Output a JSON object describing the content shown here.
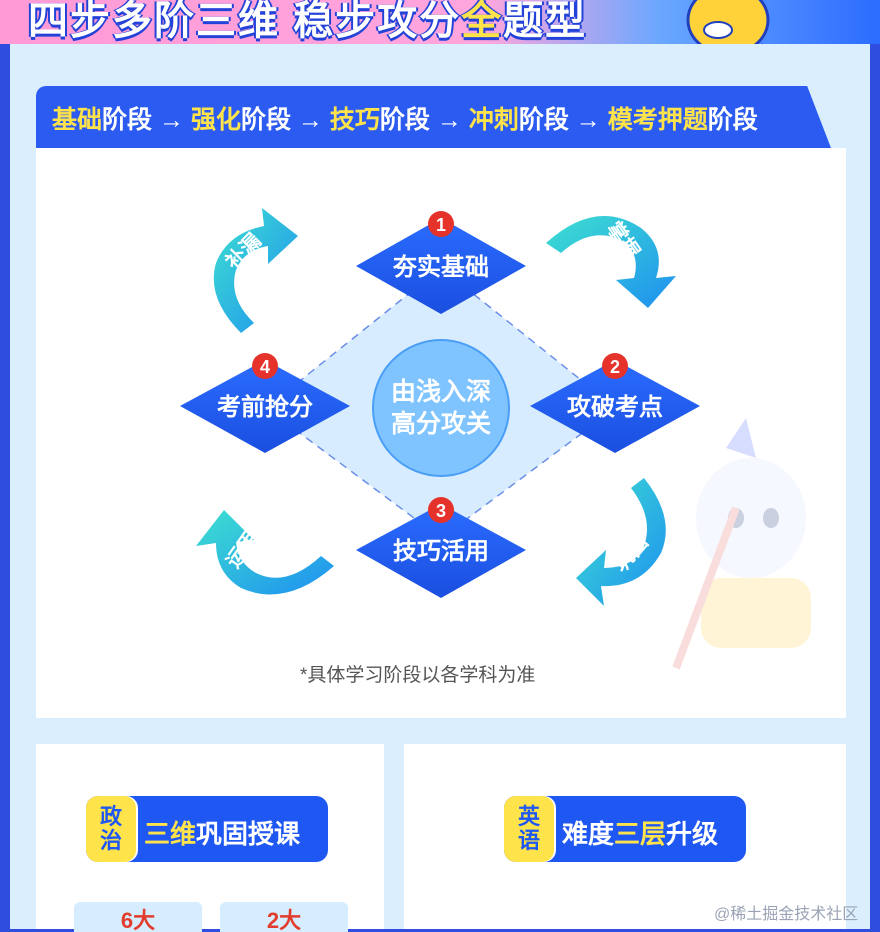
{
  "banner": {
    "title_part1": "四步多阶三维",
    "title_part2": "稳步攻分",
    "title_part3_highlight": "全",
    "title_part4": "题型"
  },
  "stages": [
    {
      "highlight": "基础",
      "rest": "阶段"
    },
    {
      "highlight": "强化",
      "rest": "阶段"
    },
    {
      "highlight": "技巧",
      "rest": "阶段"
    },
    {
      "highlight": "冲刺",
      "rest": "阶段"
    },
    {
      "highlight": "模考押题",
      "rest": "阶段"
    }
  ],
  "stage_arrow": "→",
  "diagram": {
    "center_line1": "由浅入深",
    "center_line2": "高分攻关",
    "steps": [
      {
        "num": "1",
        "label": "夯实基础"
      },
      {
        "num": "2",
        "label": "攻破考点"
      },
      {
        "num": "3",
        "label": "技巧活用"
      },
      {
        "num": "4",
        "label": "考前抢分"
      }
    ],
    "arrows": [
      "掌握",
      "巩固",
      "运用",
      "补漏"
    ]
  },
  "footnote": "*具体学习阶段以各学科为准",
  "cards": [
    {
      "tag_line1": "政",
      "tag_line2": "治",
      "label_plain": "",
      "label_highlight": "三维",
      "label_rest": "巩固授课"
    },
    {
      "tag_line1": "英",
      "tag_line2": "语",
      "label_plain": "难度",
      "label_highlight": "三层",
      "label_rest": "升级"
    }
  ],
  "mini_tiles": [
    "6大",
    "2大"
  ],
  "watermark": "@稀土掘金技术社区",
  "colors": {
    "primary": "#1f57f2",
    "highlight": "#ffe34a",
    "accent_red": "#e23c2c"
  }
}
